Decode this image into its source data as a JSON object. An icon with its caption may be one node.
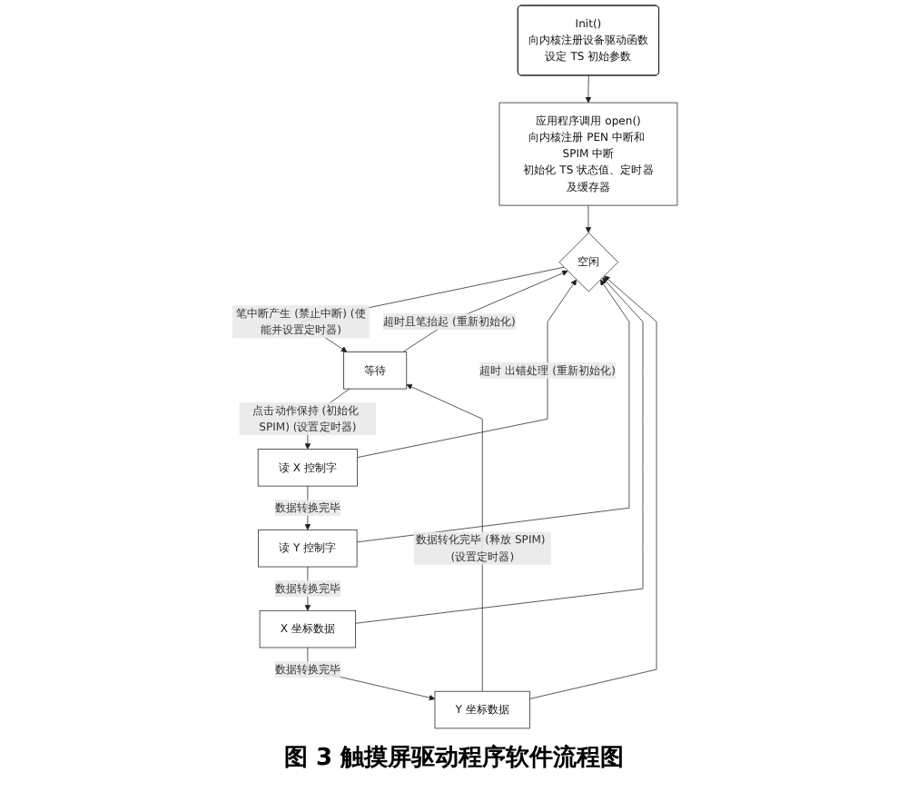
{
  "diagram": {
    "caption": "图 3 触摸屏驱动程序软件流程图",
    "nodes": [
      {
        "text": [
          "Init()",
          "向内核注册设备驱动函数",
          "设定 TS 初始参数"
        ]
      },
      {
        "text": [
          "应用程序调用 open()",
          "向内核注册 PEN 中断和 SPIM 中断",
          "初始化 TS 状态值、定时器及缓存器"
        ]
      },
      {
        "text": [
          "空闲"
        ]
      },
      {
        "text": [
          "等待"
        ]
      },
      {
        "text": [
          "读 X 控制字"
        ]
      },
      {
        "text": [
          "读 Y 控制字"
        ]
      },
      {
        "text": [
          "X 坐标数据"
        ]
      },
      {
        "text": [
          "Y 坐标数据"
        ]
      }
    ],
    "edges": [
      {
        "from": 0,
        "to": 1,
        "arrow": "to"
      },
      {
        "from": 1,
        "to": 2,
        "arrow": "to"
      },
      {
        "from": 3,
        "to": 2,
        "arrow": "to",
        "label": "超时且笔抬起 (重新初始化)"
      },
      {
        "from": 2,
        "to": 3,
        "arrow": "to",
        "label": "笔中断产生 (禁止中断) (使能并设置定时器)"
      },
      {
        "from": 3,
        "to": 4,
        "arrow": "to",
        "label": "点击动作保持 (初始化 SPIM) (设置定时器)"
      },
      {
        "from": 4,
        "to": 2,
        "arrow": "to",
        "label": "超时 出错处理 (重新初始化)"
      },
      {
        "from": 5,
        "to": 2,
        "arrow": "to"
      },
      {
        "from": 6,
        "to": 2,
        "arrow": "to"
      },
      {
        "from": 7,
        "to": 2,
        "arrow": "to"
      },
      {
        "from": 4,
        "to": 5,
        "arrow": "to",
        "label": "数据转换完毕"
      },
      {
        "from": 5,
        "to": 6,
        "arrow": "to",
        "label": "数据转换完毕"
      },
      {
        "from": 6,
        "to": 7,
        "arrow": "to",
        "label": "数据转换完毕"
      },
      {
        "from": 7,
        "to": 3,
        "arrow": "to",
        "label": "数据转化完毕 (释放 SPIM) (设置定时器)"
      }
    ]
  }
}
